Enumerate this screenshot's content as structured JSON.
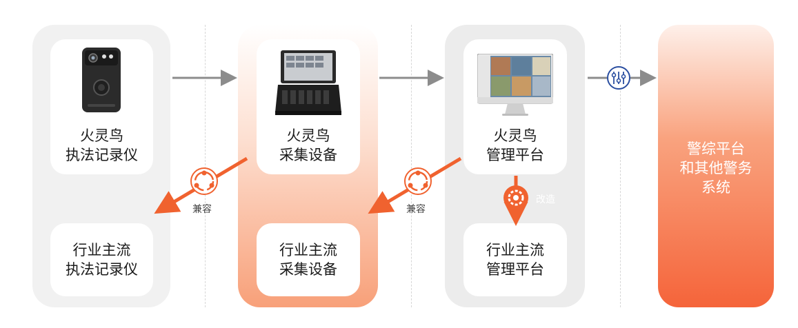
{
  "columns": [
    {
      "top_line1": "火灵鸟",
      "top_line2": "执法记录仪",
      "bottom_line1": "行业主流",
      "bottom_line2": "执法记录仪"
    },
    {
      "top_line1": "火灵鸟",
      "top_line2": "采集设备",
      "bottom_line1": "行业主流",
      "bottom_line2": "采集设备"
    },
    {
      "top_line1": "火灵鸟",
      "top_line2": "管理平台",
      "bottom_line1": "行业主流",
      "bottom_line2": "管理平台"
    }
  ],
  "final": {
    "line1": "警综平台",
    "line2": "和其他警务",
    "line3": "系统"
  },
  "labels": {
    "compat1": "兼容",
    "compat2": "兼容",
    "modify": "改造"
  },
  "colors": {
    "accent": "#f0622f",
    "arrow_gray": "#8c8c8c",
    "connect_blue": "#2a4ea0"
  },
  "icons": [
    "camera-icon",
    "case-icon",
    "monitor-icon",
    "compat-icon",
    "gear-icon",
    "connect-icon"
  ]
}
